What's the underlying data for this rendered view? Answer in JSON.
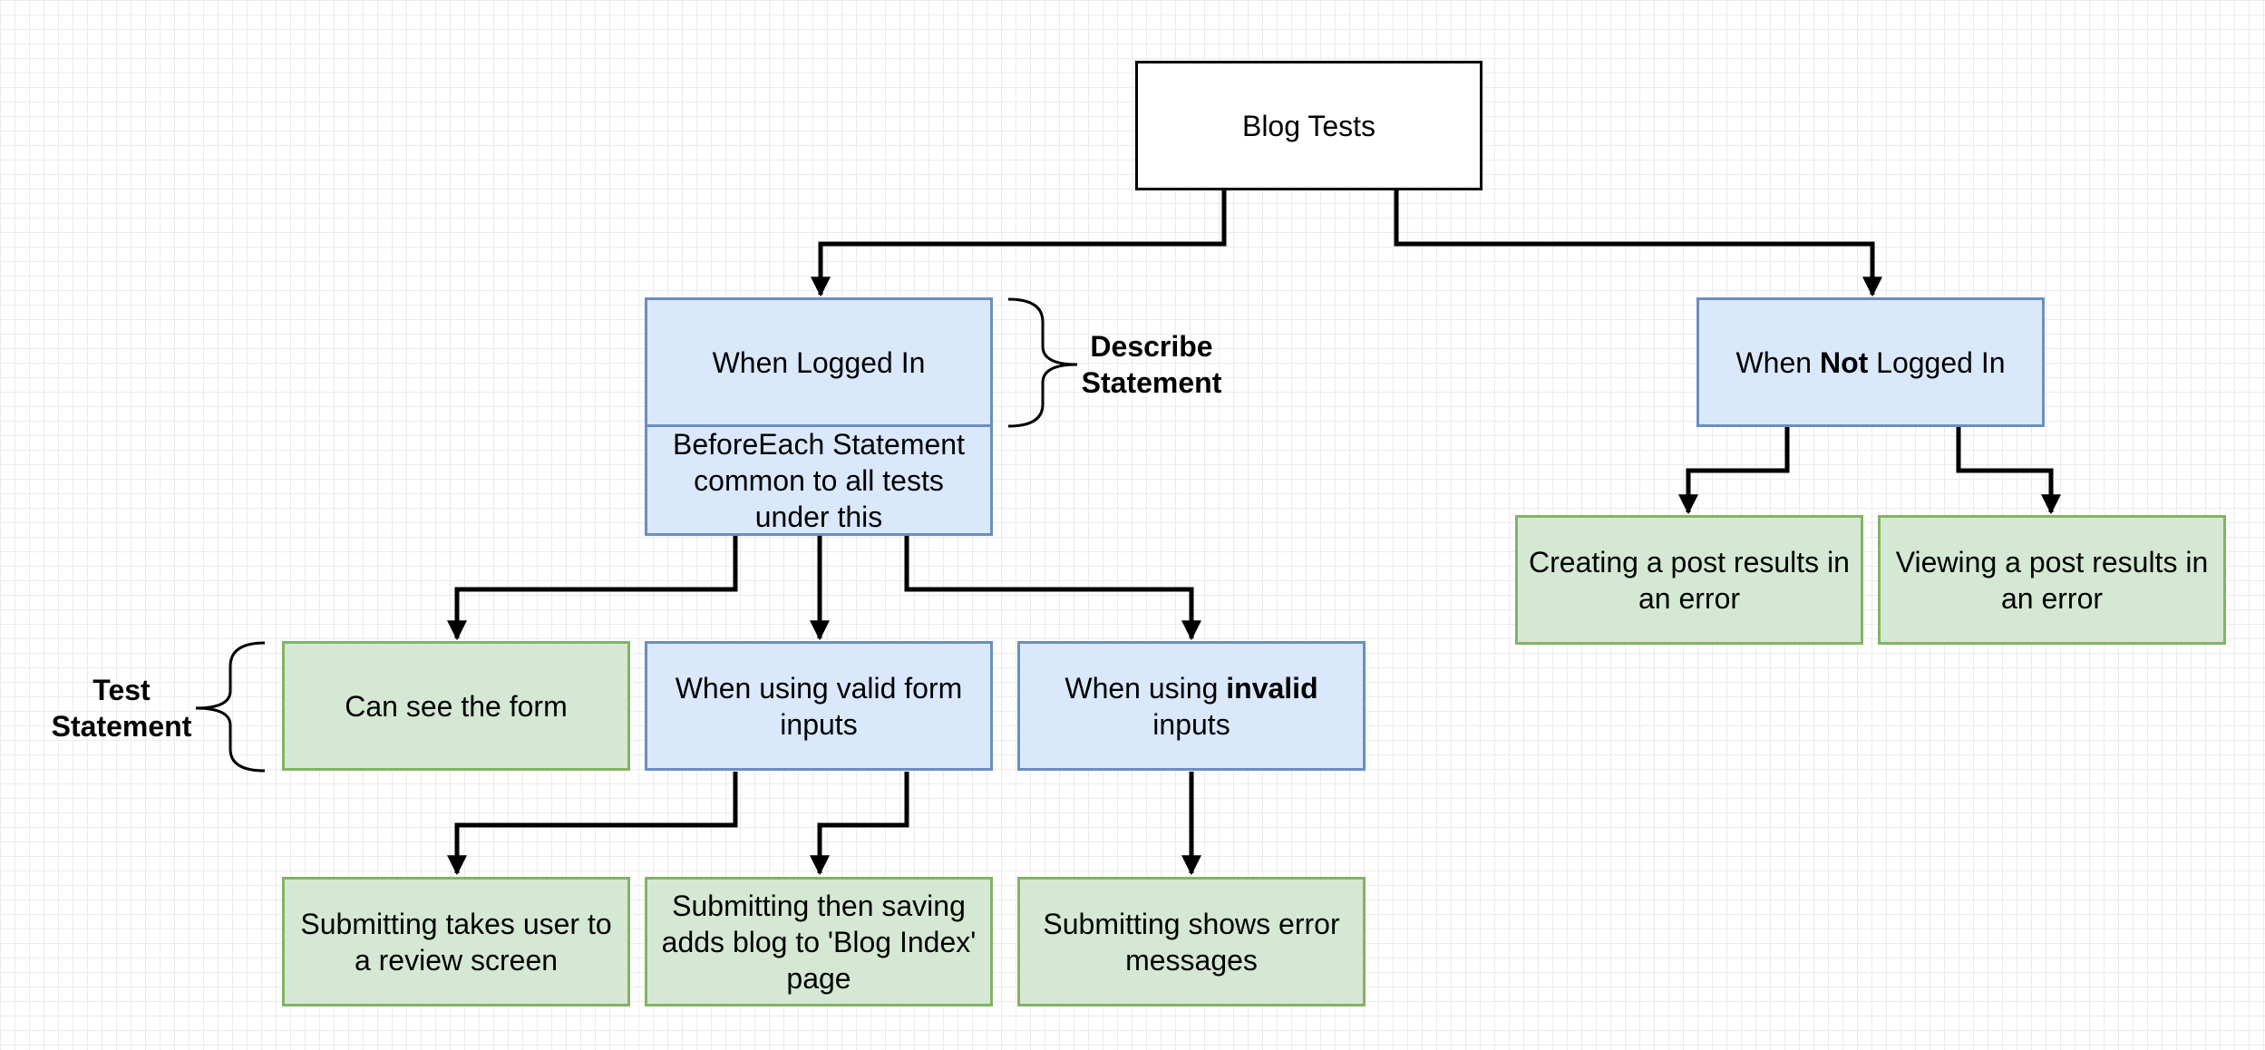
{
  "nodes": {
    "root": {
      "text": "Blog Tests"
    },
    "logged_in": {
      "text": "When Logged In"
    },
    "before_each": {
      "text": "BeforeEach Statement common to all tests under this"
    },
    "not_logged_in": {
      "pre": "When ",
      "bold": "Not",
      "post": " Logged In"
    },
    "can_see_form": {
      "text": "Can see the form"
    },
    "valid_inputs": {
      "text": "When using valid form inputs"
    },
    "invalid_inputs": {
      "pre": "When using ",
      "bold": "invalid",
      "post": " inputs"
    },
    "review_screen": {
      "text": "Submitting takes user to a review screen"
    },
    "blog_index": {
      "text": "Submitting then saving adds blog to 'Blog Index' page"
    },
    "error_messages": {
      "text": "Submitting shows error messages"
    },
    "create_error": {
      "text": "Creating a post results in an error"
    },
    "view_error": {
      "text": "Viewing a post results in an error"
    }
  },
  "annotations": {
    "describe": {
      "line1": "Describe",
      "line2": "Statement"
    },
    "test": {
      "line1": "Test",
      "line2": "Statement"
    }
  },
  "colors": {
    "root_fill": "#ffffff",
    "root_stroke": "#000000",
    "describe_fill": "#dae8fc",
    "describe_stroke": "#6c8ebf",
    "test_fill": "#d5e8d4",
    "test_stroke": "#82b366",
    "edge": "#000000"
  }
}
